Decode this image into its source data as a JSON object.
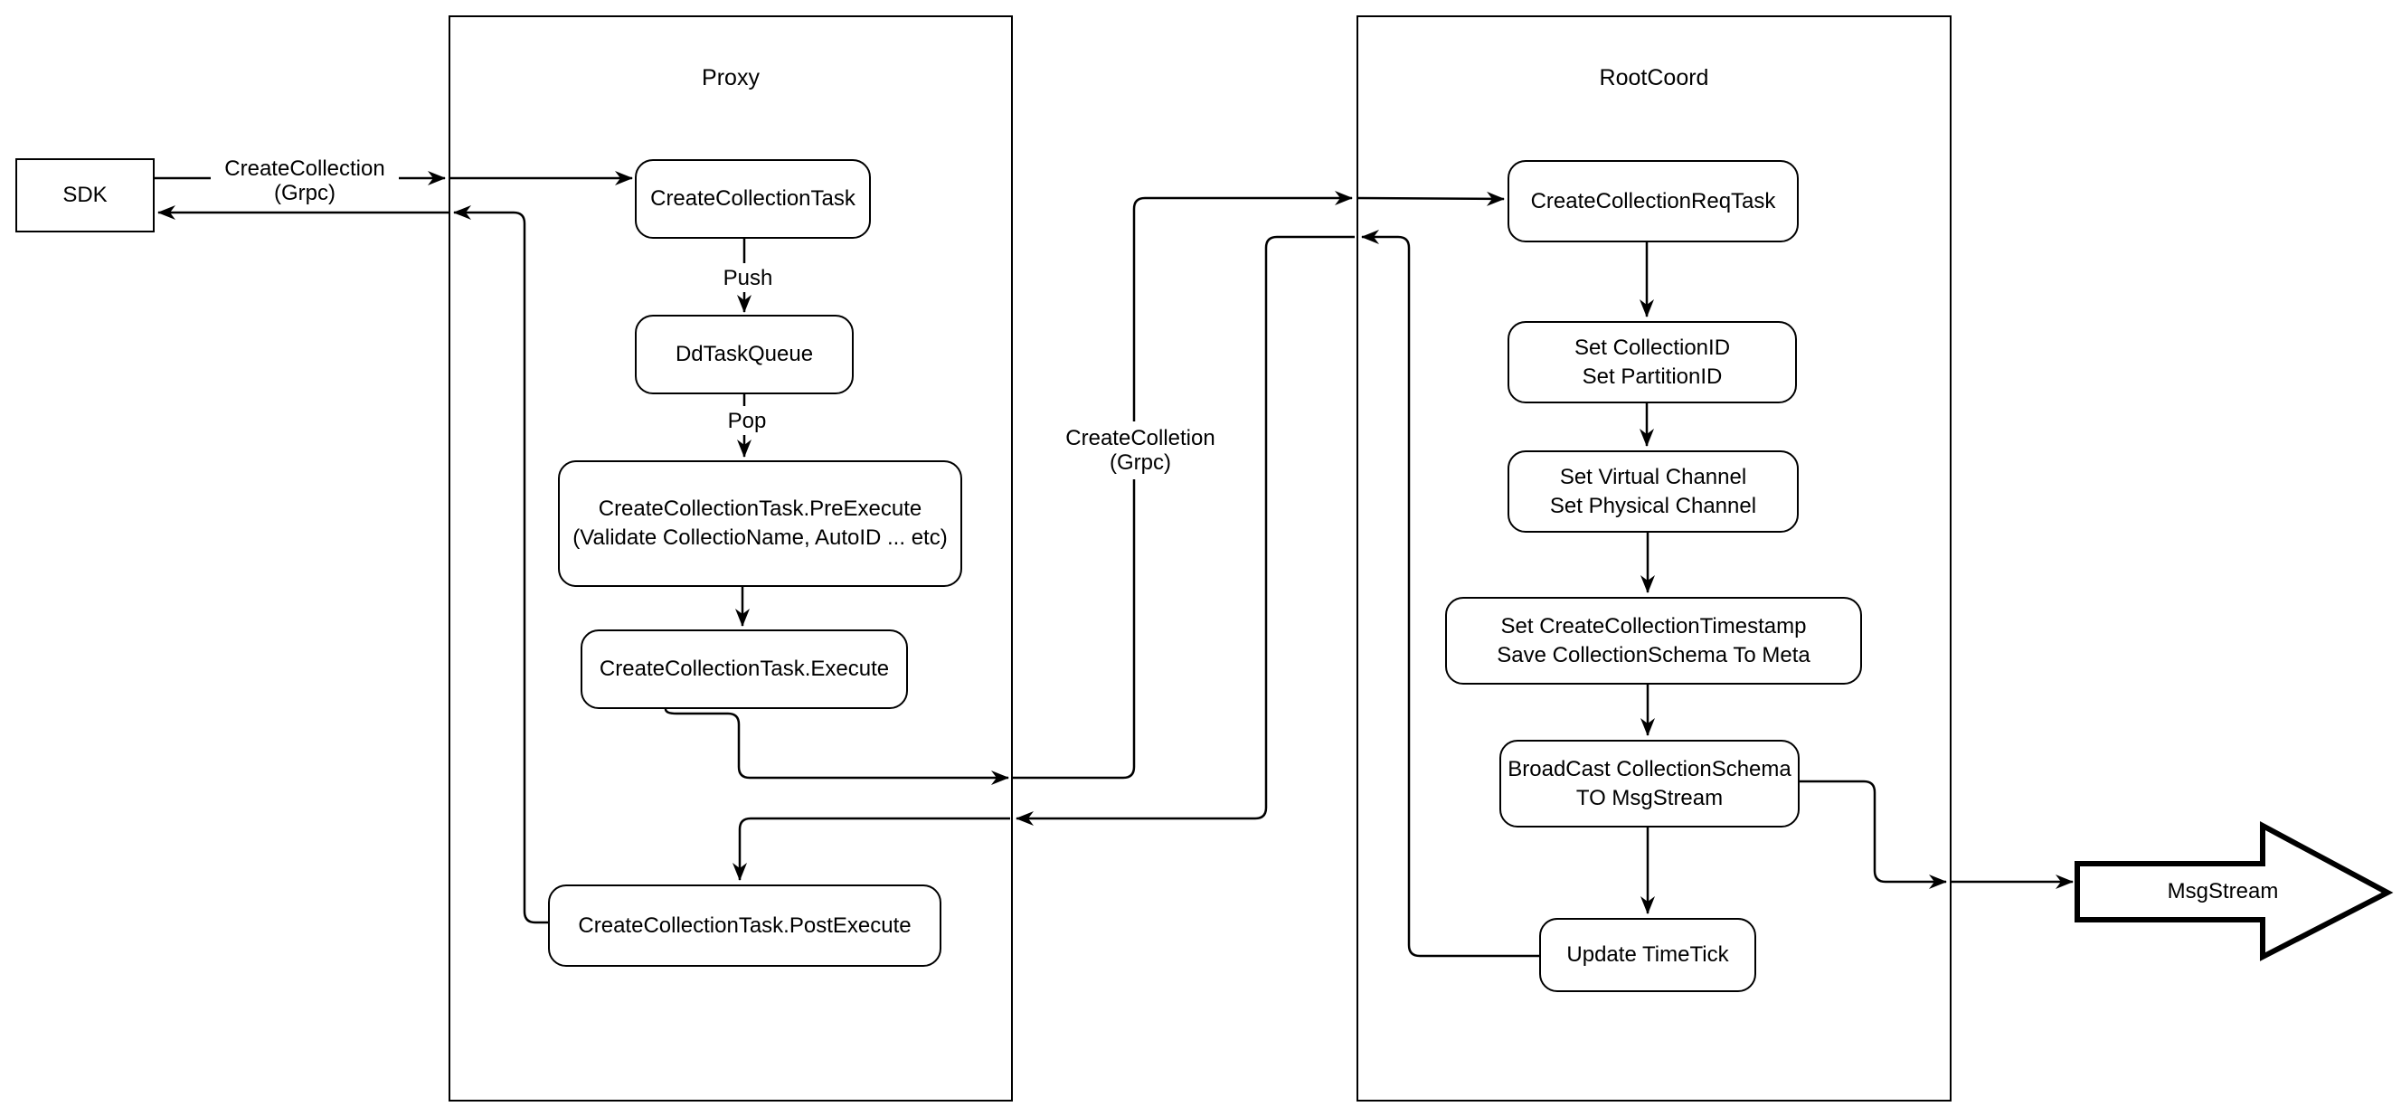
{
  "containers": {
    "proxy": {
      "title": "Proxy"
    },
    "rootcoord": {
      "title": "RootCoord"
    }
  },
  "nodes": {
    "sdk": {
      "label": "SDK"
    },
    "create_collection_task": {
      "label": "CreateCollectionTask"
    },
    "dd_task_queue": {
      "label": "DdTaskQueue"
    },
    "pre_execute": {
      "label": "CreateCollectionTask.PreExecute\n(Validate CollectioName, AutoID ... etc)"
    },
    "execute": {
      "label": "CreateCollectionTask.Execute"
    },
    "post_execute": {
      "label": "CreateCollectionTask.PostExecute"
    },
    "create_collection_req_task": {
      "label": "CreateCollectionReqTask"
    },
    "set_collection_id": {
      "label": "Set CollectionID\nSet PartitionID"
    },
    "set_virtual_channel": {
      "label": "Set Virtual Channel\nSet Physical Channel"
    },
    "set_timestamp": {
      "label": "Set CreateCollectionTimestamp\nSave CollectionSchema To Meta"
    },
    "broadcast": {
      "label": "BroadCast CollectionSchema\nTO MsgStream"
    },
    "update_timetick": {
      "label": "Update TimeTick"
    },
    "msgstream": {
      "label": "MsgStream"
    }
  },
  "edge_labels": {
    "grpc_request": "CreateCollection\n(Grpc)",
    "push": "Push",
    "pop": "Pop",
    "grpc_internal": "CreateColletion\n(Grpc)"
  },
  "colors": {
    "stroke": "#000000",
    "fill": "#ffffff"
  }
}
